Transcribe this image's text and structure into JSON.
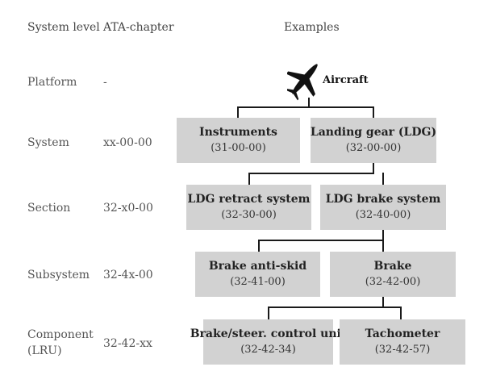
{
  "headers": {
    "system_level": "System level",
    "ata_chapter": "ATA-chapter",
    "examples": "Examples"
  },
  "levels": [
    {
      "name": "Platform",
      "ata": "-"
    },
    {
      "name": "System",
      "ata": "xx-00-00"
    },
    {
      "name": "Section",
      "ata": "32-x0-00"
    },
    {
      "name": "Subsystem",
      "ata": "32-4x-00"
    },
    {
      "name": "Component\n(LRU)",
      "ata": "32-42-xx"
    }
  ],
  "root": {
    "label": "Aircraft",
    "icon": "airplane-icon"
  },
  "boxes": {
    "instruments": {
      "title": "Instruments",
      "code": "(31-00-00)"
    },
    "landing_gear": {
      "title": "Landing gear (LDG)",
      "code": "(32-00-00)"
    },
    "ldg_retract": {
      "title": "LDG retract system",
      "code": "(32-30-00)"
    },
    "ldg_brake": {
      "title": "LDG brake system",
      "code": "(32-40-00)"
    },
    "brake_antiskid": {
      "title": "Brake anti-skid",
      "code": "(32-41-00)"
    },
    "brake": {
      "title": "Brake",
      "code": "(32-42-00)"
    },
    "control_unit": {
      "title": "Brake/steer. control unit",
      "code": "(32-42-34)"
    },
    "tachometer": {
      "title": "Tachometer",
      "code": "(32-42-57)"
    }
  },
  "colors": {
    "box_fill": "#d2d2d2",
    "connector": "#1a1a1a"
  }
}
